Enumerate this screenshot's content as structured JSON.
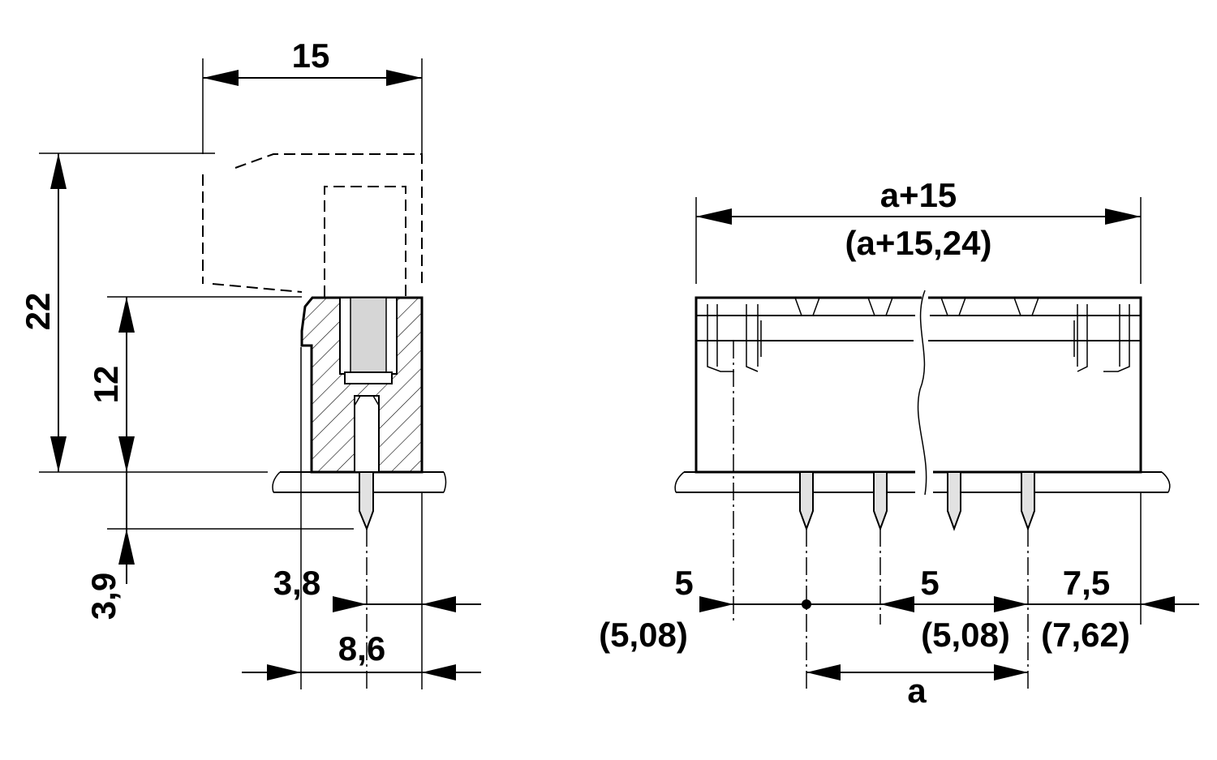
{
  "side_view": {
    "width_top": "15",
    "total_height": "22",
    "body_height": "12",
    "pin_length": "3,9",
    "pin_offset": "3,8",
    "base_width": "8,6"
  },
  "front_view": {
    "overall_length": "a+15",
    "overall_length_alt": "(a+15,24)",
    "left_margin": "5",
    "left_margin_alt": "(5,08)",
    "pitch": "5",
    "pitch_alt": "(5,08)",
    "right_margin": "7,5",
    "right_margin_alt": "(7,62)",
    "span": "a"
  }
}
